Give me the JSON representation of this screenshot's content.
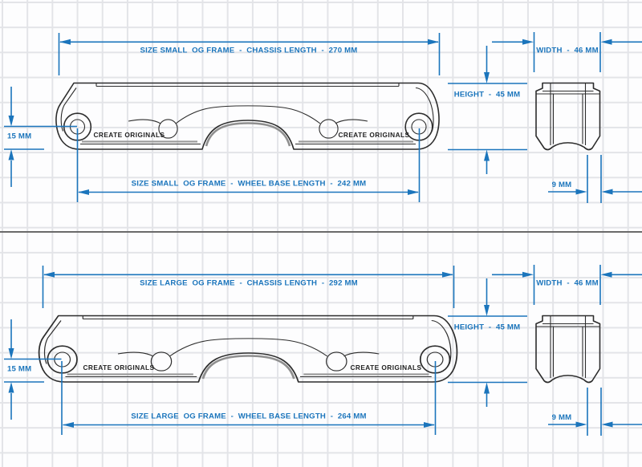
{
  "brand": "CREATE ORIGINALS",
  "small": {
    "chassis_label": "SIZE SMALL  OG FRAME  -  CHASSIS LENGTH  -  270 MM",
    "wheelbase_label": "SIZE SMALL  OG FRAME  -  WHEEL BASE LENGTH  -  242 MM",
    "axle_offset_label": "15 MM",
    "width_label": "WIDTH  -  46 MM",
    "height_label": "HEIGHT  -  45 MM",
    "wall_label": "9 MM",
    "values": {
      "chassis_mm": 270,
      "wheel_base_mm": 242,
      "axle_offset_mm": 15,
      "width_mm": 46,
      "height_mm": 45,
      "wall_mm": 9
    }
  },
  "large": {
    "chassis_label": "SIZE LARGE  OG FRAME  -  CHASSIS LENGTH  -  292 MM",
    "wheelbase_label": "SIZE LARGE  OG FRAME  -  WHEEL BASE LENGTH  -  264 MM",
    "axle_offset_label": "15 MM",
    "width_label": "WIDTH  -  46 MM",
    "height_label": "HEIGHT  -  45 MM",
    "wall_label": "9 MM",
    "values": {
      "chassis_mm": 292,
      "wheel_base_mm": 264,
      "axle_offset_mm": 15,
      "width_mm": 46,
      "height_mm": 45,
      "wall_mm": 9
    }
  },
  "colors": {
    "dimension_blue": "#1b75bc",
    "outline_dark": "#2d2d2d",
    "shade_gray": "#9b9b9b",
    "grid_line": "#e3e4e8",
    "divider_gray": "#6a6a6a",
    "background": "#fdfdfe"
  }
}
